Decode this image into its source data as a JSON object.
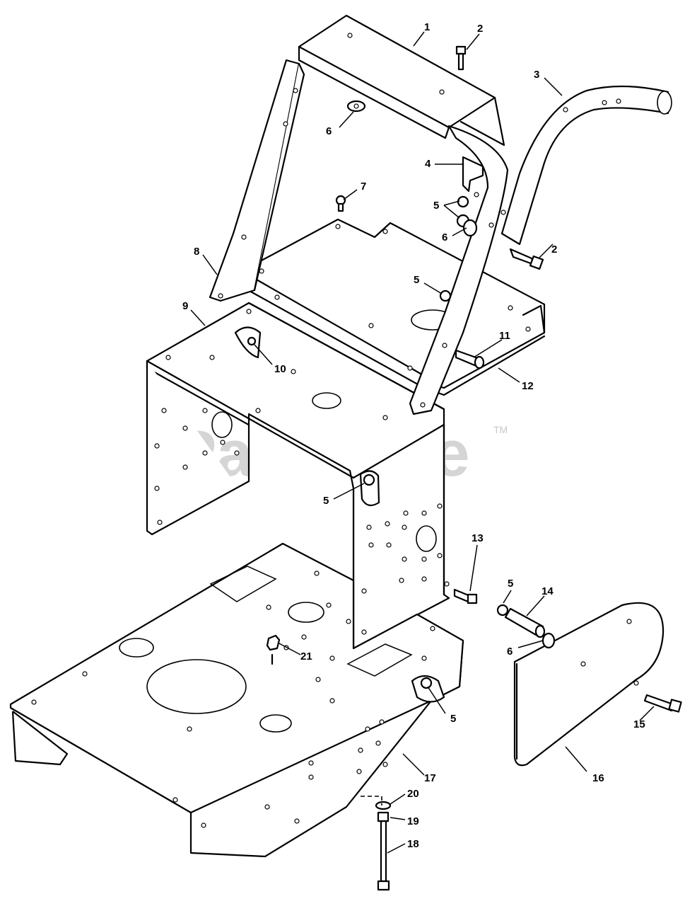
{
  "watermark": {
    "brand": "PartsTree",
    "trademark": "TM"
  },
  "callouts": [
    "1",
    "2",
    "3",
    "4",
    "5",
    "6",
    "7",
    "8",
    "9",
    "10",
    "11",
    "12",
    "13",
    "14",
    "15",
    "16",
    "17",
    "18",
    "19",
    "20",
    "21"
  ],
  "labels": [
    {
      "id": "l1",
      "text": "1"
    },
    {
      "id": "l2a",
      "text": "2"
    },
    {
      "id": "l2b",
      "text": "2"
    },
    {
      "id": "l3",
      "text": "3"
    },
    {
      "id": "l4",
      "text": "4"
    },
    {
      "id": "l5a",
      "text": "5"
    },
    {
      "id": "l5b",
      "text": "5"
    },
    {
      "id": "l5c",
      "text": "5"
    },
    {
      "id": "l5d",
      "text": "5"
    },
    {
      "id": "l5e",
      "text": "5"
    },
    {
      "id": "l6a",
      "text": "6"
    },
    {
      "id": "l6b",
      "text": "6"
    },
    {
      "id": "l6c",
      "text": "6"
    },
    {
      "id": "l7",
      "text": "7"
    },
    {
      "id": "l8",
      "text": "8"
    },
    {
      "id": "l9",
      "text": "9"
    },
    {
      "id": "l10",
      "text": "10"
    },
    {
      "id": "l11",
      "text": "11"
    },
    {
      "id": "l12",
      "text": "12"
    },
    {
      "id": "l13",
      "text": "13"
    },
    {
      "id": "l14",
      "text": "14"
    },
    {
      "id": "l15",
      "text": "15"
    },
    {
      "id": "l16",
      "text": "16"
    },
    {
      "id": "l17",
      "text": "17"
    },
    {
      "id": "l18",
      "text": "18"
    },
    {
      "id": "l19",
      "text": "19"
    },
    {
      "id": "l20",
      "text": "20"
    },
    {
      "id": "l21",
      "text": "21"
    }
  ]
}
